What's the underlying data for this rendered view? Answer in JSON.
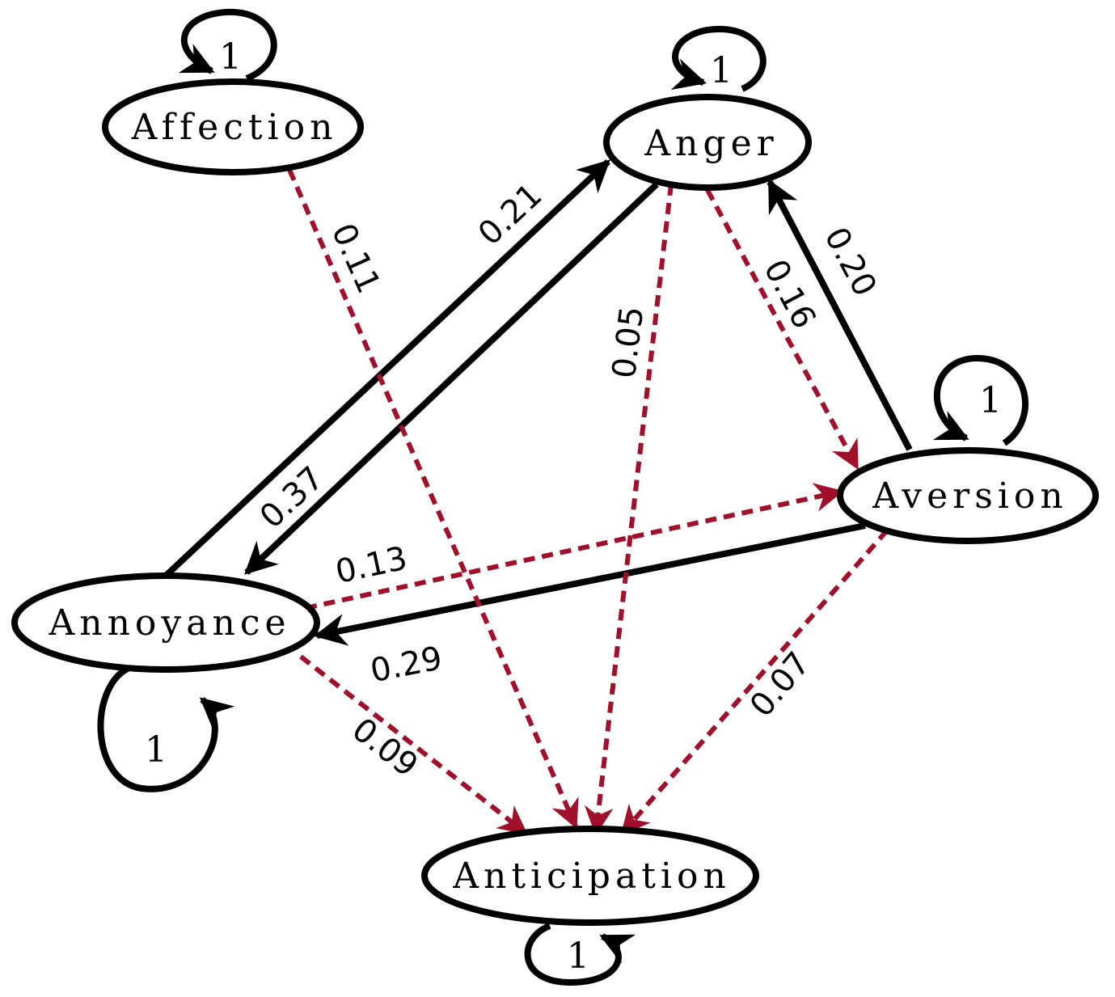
{
  "colors": {
    "solid_edge": "#000000",
    "dashed_edge": "#a0102a",
    "node_fill": "#ffffff"
  },
  "nodes": {
    "affection": "Affection",
    "anger": "Anger",
    "aversion": "Aversion",
    "annoyance": "Annoyance",
    "anticipation": "Anticipation"
  },
  "self_loops": {
    "affection": "1",
    "anger": "1",
    "aversion": "1",
    "annoyance": "1",
    "anticipation": "1"
  },
  "edges": {
    "annoyance_to_anger": {
      "label": "0.21",
      "style": "solid"
    },
    "anger_to_annoyance": {
      "label": "0.37",
      "style": "solid"
    },
    "aversion_to_anger": {
      "label": "0.20",
      "style": "solid"
    },
    "aversion_to_annoyance": {
      "label": "0.29",
      "style": "solid"
    },
    "affection_to_anticipation": {
      "label": "0.11",
      "style": "dashed"
    },
    "anger_to_anticipation": {
      "label": "0.05",
      "style": "dashed"
    },
    "anger_to_aversion": {
      "label": "0.16",
      "style": "dashed"
    },
    "annoyance_to_aversion": {
      "label": "0.13",
      "style": "dashed"
    },
    "annoyance_to_anticipation": {
      "label": "0.09",
      "style": "dashed"
    },
    "aversion_to_anticipation": {
      "label": "0.07",
      "style": "dashed"
    }
  }
}
